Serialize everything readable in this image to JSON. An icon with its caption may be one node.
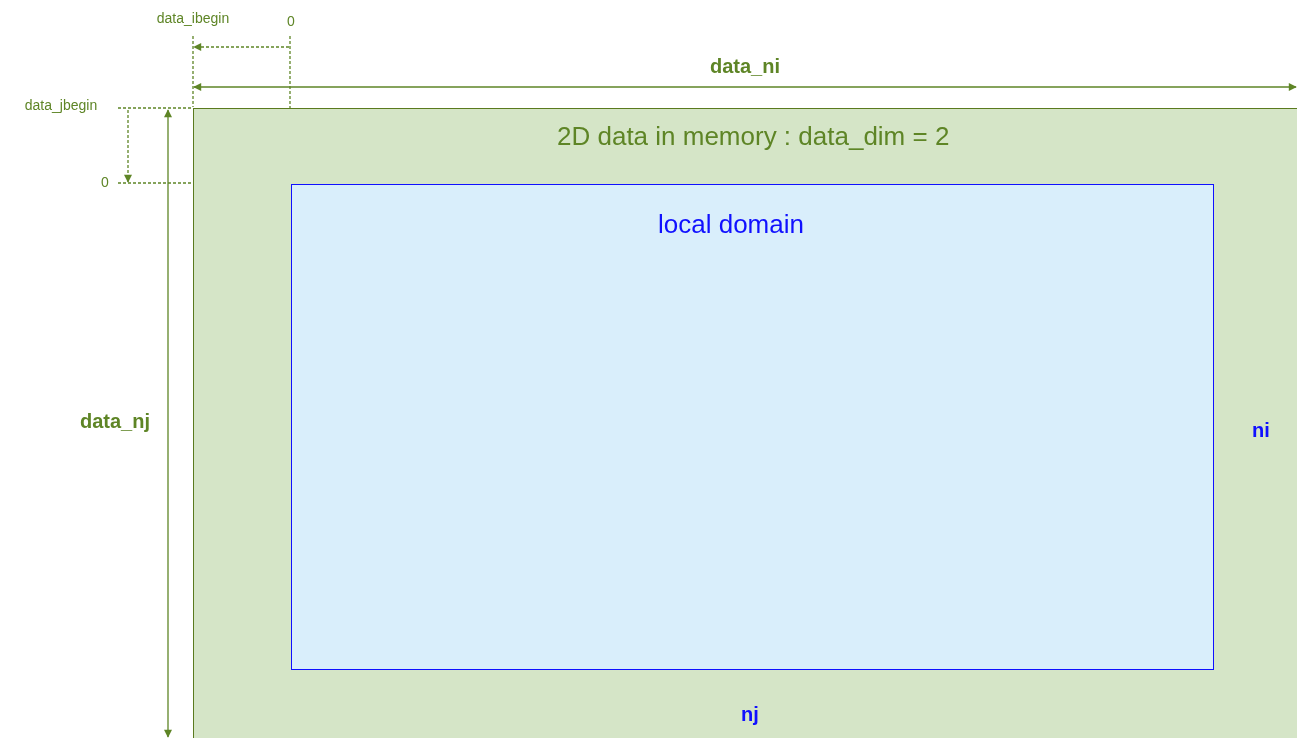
{
  "diagram": {
    "nodes": [
      {
        "text": [
          "2D data in memory  : data_dim = 2"
        ]
      },
      {
        "text": [
          "local domain"
        ],
        "in": 0
      }
    ],
    "labels": [
      "data_ibegin",
      "0",
      "data_ni",
      "data_jbegin",
      "0",
      "data_nj",
      "ni",
      "nj"
    ]
  }
}
